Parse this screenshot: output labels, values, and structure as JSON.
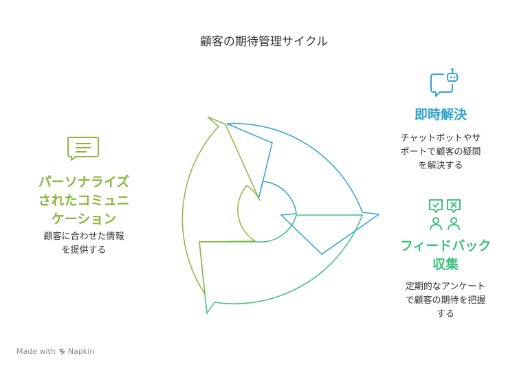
{
  "title": "顧客の期待管理サイクル",
  "colors": {
    "green": "#8bb640",
    "blue": "#2fa4cd",
    "teal": "#3fbf7d",
    "text": "#333333",
    "muted": "#8a8a8a"
  },
  "stages": {
    "instant_resolution": {
      "heading": "即時解決",
      "description_lines": [
        "チャットボットやサ",
        "ポートで顧客の疑問",
        "を解決する"
      ],
      "icon": "chatbot-icon"
    },
    "feedback": {
      "heading_lines": [
        "フィードバック",
        "収集"
      ],
      "description_lines": [
        "定期的なアンケート",
        "で顧客の期待を把握",
        "する"
      ],
      "icon": "feedback-icon"
    },
    "personalized": {
      "heading_lines": [
        "パーソナライズ",
        "されたコミュニ",
        "ケーション"
      ],
      "description_lines": [
        "顧客に合わせた情報",
        "を提供する"
      ],
      "icon": "message-icon"
    }
  },
  "footer": {
    "made_with": "Made with",
    "brand": "Napkin"
  }
}
